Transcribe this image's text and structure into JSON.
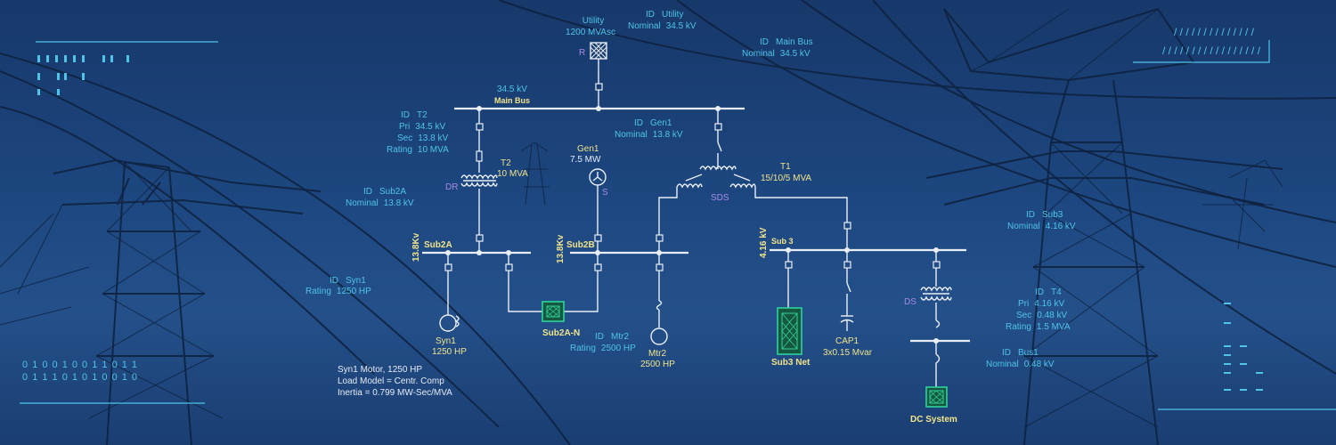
{
  "colors": {
    "accent_cyan": "#4fc4e8",
    "label_yellow": "#f1e38a",
    "line_white": "#e9eef5",
    "equipment_green": "#2ed39a",
    "background_blue": "#1b4279"
  },
  "deco": {
    "binary_1": "0 1 0 0 1 0 0 1 1 0 1 1",
    "binary_2": "0 1 1 1 0 1 0 1 0 0 1 0",
    "hatch_1": "/ / / / / / / /     / /  / /  / /",
    "hatch_2": "/ / / / / / / / / / / / / / / / /"
  },
  "utility": {
    "title": "Utility",
    "rating": "1200 MVAsc",
    "symbol": "R",
    "id_label": "ID",
    "id": "Utility",
    "nominal_label": "Nominal",
    "nominal": "34.5 kV"
  },
  "main_bus": {
    "kv": "34.5 kV",
    "name": "Main Bus",
    "id_label": "ID",
    "id": "Main Bus",
    "nominal_label": "Nominal",
    "nominal": "34.5  kV"
  },
  "t2": {
    "id_label": "ID",
    "id": "T2",
    "pri_label": "Pri",
    "pri": "34.5 kV",
    "sec_label": "Sec",
    "sec": "13.8 kV",
    "rating_label": "Rating",
    "rating": "10 MVA",
    "name": "T2",
    "size": "10 MVA",
    "tag": "DR"
  },
  "gen1": {
    "id_label": "ID",
    "id": "Gen1",
    "nominal_label": "Nominal",
    "nominal": "13.8 kV",
    "name": "Gen1",
    "rating": "7.5 MW",
    "tag": "S"
  },
  "t1": {
    "name": "T1",
    "rating": "15/10/5 MVA",
    "tag": "SDS"
  },
  "sub2a": {
    "id_label": "ID",
    "id": "Sub2A",
    "nominal_label": "Nominal",
    "nominal": "13.8  kV",
    "name": "Sub2A",
    "kv": "13.8Kv"
  },
  "sub2b": {
    "name": "Sub2B",
    "kv": "13.8Kv"
  },
  "sub3": {
    "name": "Sub 3",
    "kv": "4.16 kV",
    "id_label": "ID",
    "id": "Sub3",
    "nominal_label": "Nominal",
    "nominal": "4.16 kV"
  },
  "syn1": {
    "id_label": "ID",
    "id": "Syn1",
    "rating_label": "Rating",
    "rating": "1250 HP",
    "name": "Syn1",
    "size": "1250 HP",
    "desc_1": "Syn1 Motor,   1250 HP",
    "desc_2": "Load Model = Centr.  Comp",
    "desc_3": "Inertia = 0.799 MW-Sec/MVA"
  },
  "sub2a_n": {
    "name": "Sub2A-N"
  },
  "mtr2": {
    "id_label": "ID",
    "id": "Mtr2",
    "rating_label": "Rating",
    "rating": "2500 HP",
    "name": "Mtr2",
    "size": "2500 HP"
  },
  "sub3_net": {
    "name": "Sub3 Net"
  },
  "cap1": {
    "name": "CAP1",
    "rating": "3x0.15 Mvar"
  },
  "t4": {
    "id_label": "ID",
    "id": "T4",
    "pri_label": "Pri",
    "pri": "4.16 kV",
    "sec_label": "Sec",
    "sec": "0.48 kV",
    "rating_label": "Rating",
    "rating": "1.5 MVA",
    "tag": "DS"
  },
  "bus1": {
    "id_label": "ID",
    "id": "Bus1",
    "nominal_label": "Nominal",
    "nominal": "0.48  kV"
  },
  "dc_system": {
    "name": "DC System"
  }
}
